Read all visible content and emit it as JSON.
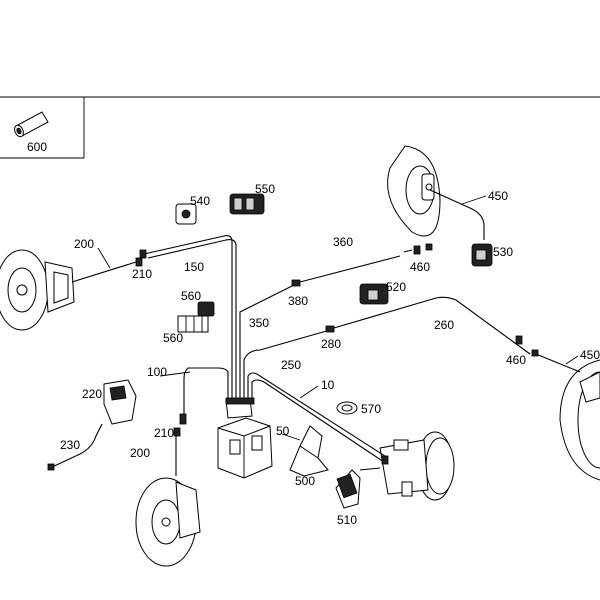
{
  "diagram": {
    "inset_label": "600",
    "callouts": {
      "c10": "10",
      "c50": "50",
      "c100": "100",
      "c150": "150",
      "c200_left": "200",
      "c200_bottom": "200",
      "c210_left": "210",
      "c210_bottom": "210",
      "c220": "220",
      "c230": "230",
      "c250": "250",
      "c260": "260",
      "c280": "280",
      "c350": "350",
      "c360": "360",
      "c380": "380",
      "c450_top": "450",
      "c450_right": "450",
      "c460_top": "460",
      "c460_right": "460",
      "c500": "500",
      "c510": "510",
      "c520": "520",
      "c530": "530",
      "c540": "540",
      "c550": "550",
      "c560_top": "560",
      "c560_bottom": "560",
      "c570": "570"
    }
  }
}
